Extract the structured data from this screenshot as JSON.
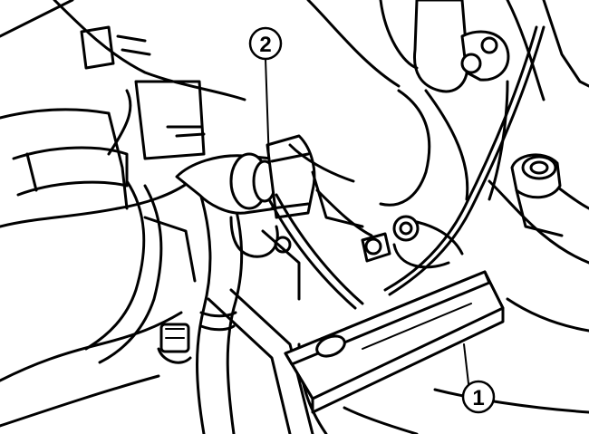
{
  "callouts": [
    {
      "id": "1",
      "label": "1",
      "meaning": ""
    },
    {
      "id": "2",
      "label": "2",
      "meaning": ""
    }
  ],
  "colors": {
    "ink": "#000000",
    "paper": "#ffffff"
  }
}
